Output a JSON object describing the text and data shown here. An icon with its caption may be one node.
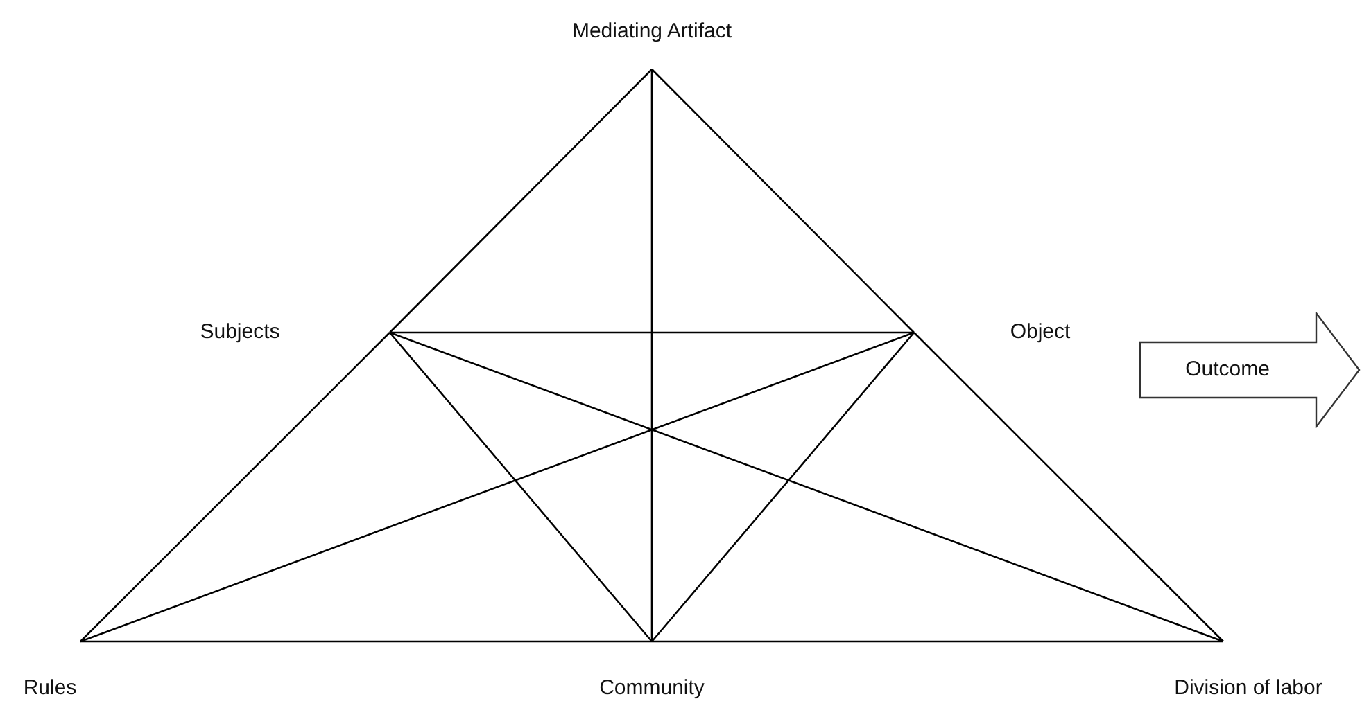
{
  "diagram": {
    "nodes": [
      {
        "text": [
          "Mediating Artifact"
        ]
      },
      {
        "text": [
          "Subjects"
        ]
      },
      {
        "text": [
          "Object"
        ]
      },
      {
        "text": [
          "Outcome"
        ]
      },
      {
        "text": [
          "Rules"
        ]
      },
      {
        "text": [
          "Community"
        ]
      },
      {
        "text": [
          "Division of labor"
        ]
      }
    ],
    "edges": [
      {
        "from": 0,
        "to": 1,
        "arrow": "none"
      },
      {
        "from": 1,
        "to": 4,
        "arrow": "none"
      },
      {
        "from": 0,
        "to": 2,
        "arrow": "none"
      },
      {
        "from": 2,
        "to": 6,
        "arrow": "none"
      },
      {
        "from": 4,
        "to": 5,
        "arrow": "none"
      },
      {
        "from": 5,
        "to": 6,
        "arrow": "none"
      },
      {
        "from": 0,
        "to": 5,
        "arrow": "none"
      },
      {
        "from": 1,
        "to": 2,
        "arrow": "none"
      },
      {
        "from": 1,
        "to": 5,
        "arrow": "none"
      },
      {
        "from": 2,
        "to": 5,
        "arrow": "none"
      },
      {
        "from": 1,
        "to": 6,
        "arrow": "none"
      },
      {
        "from": 2,
        "to": 4,
        "arrow": "none"
      }
    ]
  }
}
